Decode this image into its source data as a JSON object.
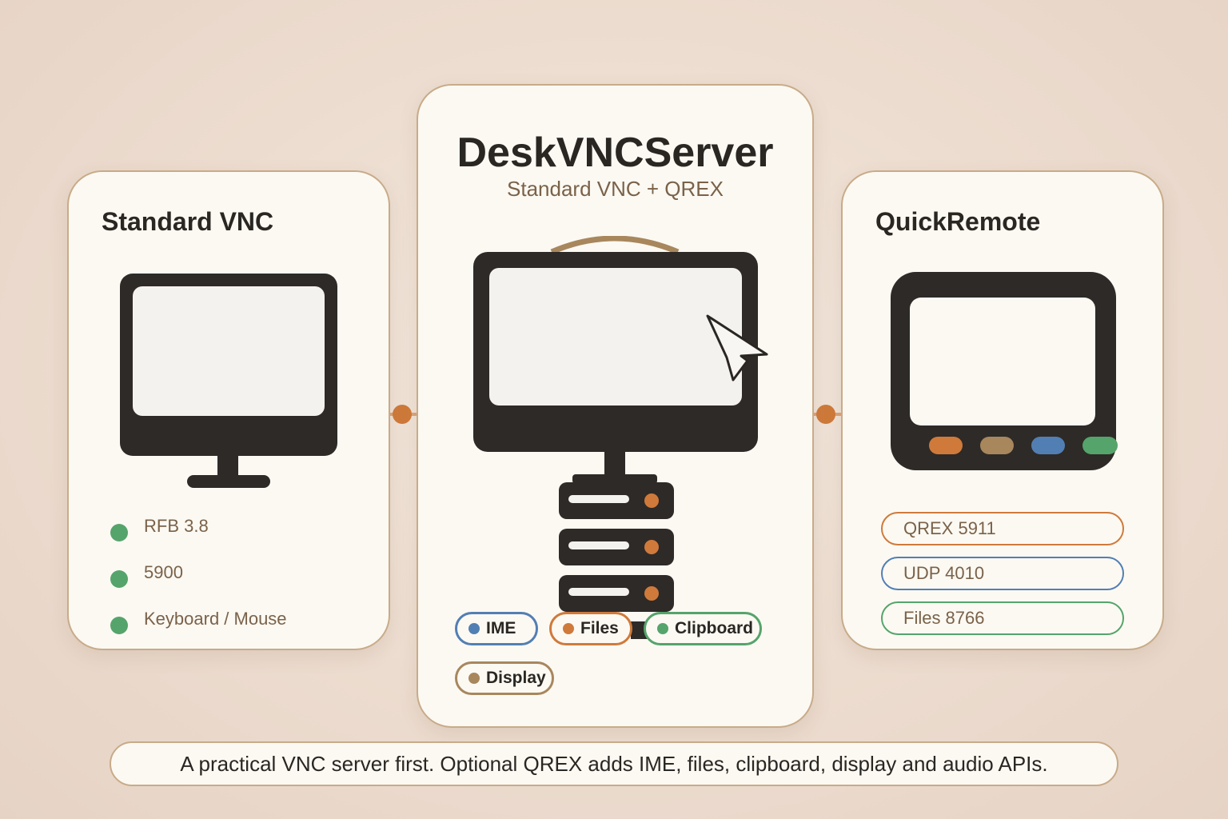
{
  "colors": {
    "accent_orange": "#cf7a3b",
    "accent_blue": "#527fb3",
    "accent_green": "#55a46b",
    "accent_tan": "#a8875d",
    "device_dark": "#2e2a27",
    "card_border": "#c8ab88"
  },
  "left_card": {
    "title": "Standard VNC",
    "icon": "monitor-icon",
    "features": [
      {
        "label": "RFB 3.8",
        "icon": "status-dot"
      },
      {
        "label": "5900",
        "icon": "status-dot"
      },
      {
        "label": "Keyboard / Mouse",
        "icon": "status-dot"
      }
    ]
  },
  "center_card": {
    "title": "DeskVNCServer",
    "subtitle": "Standard VNC + QREX",
    "icons": [
      "monitor-icon",
      "cursor-icon",
      "server-stack-icon"
    ],
    "chips": [
      {
        "label": "IME",
        "color": "#527fb3"
      },
      {
        "label": "Files",
        "color": "#cf7a3b"
      },
      {
        "label": "Clipboard",
        "color": "#55a46b"
      },
      {
        "label": "Display",
        "color": "#a8875d"
      }
    ]
  },
  "right_card": {
    "title": "QuickRemote",
    "icon": "tablet-icon",
    "ports": [
      {
        "label": "QREX 5911",
        "color": "#cf7a3b"
      },
      {
        "label": "UDP 4010",
        "color": "#527fb3"
      },
      {
        "label": "Files 8766",
        "color": "#55a46b"
      }
    ]
  },
  "caption": "A practical VNC server first. Optional QREX adds IME, files, clipboard, display and audio APIs."
}
